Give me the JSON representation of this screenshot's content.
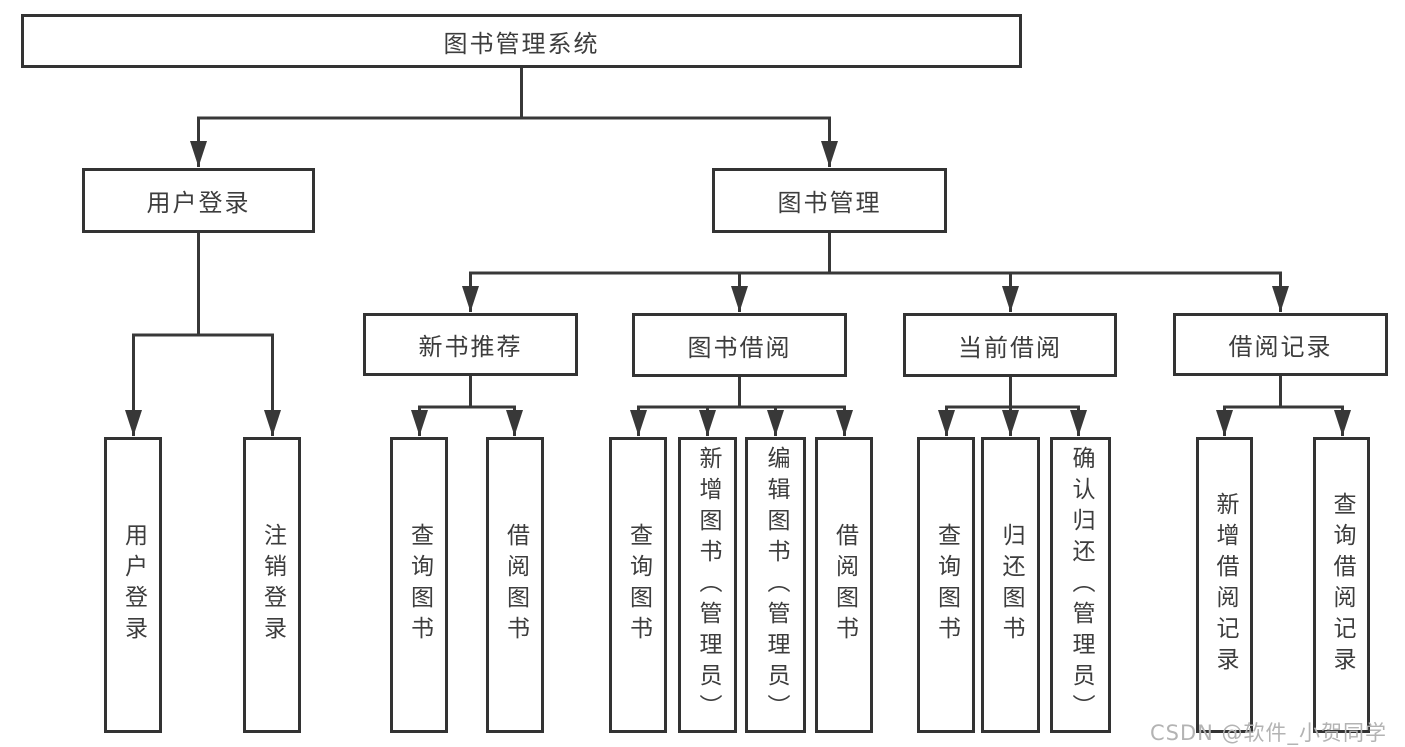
{
  "watermark": "CSDN @软件_小贺同学",
  "colors": {
    "line": "#383838",
    "box_border": "#333333",
    "text": "#3d3d3d",
    "background": "#ffffff",
    "watermark": "#b3b3b3"
  },
  "tree": {
    "root": {
      "label": "图书管理系统",
      "children": [
        {
          "label": "用户登录",
          "children": [
            {
              "label": "用户登录"
            },
            {
              "label": "注销登录"
            }
          ]
        },
        {
          "label": "图书管理",
          "children": [
            {
              "label": "新书推荐",
              "children": [
                {
                  "label": "查询图书"
                },
                {
                  "label": "借阅图书"
                }
              ]
            },
            {
              "label": "图书借阅",
              "children": [
                {
                  "label": "查询图书"
                },
                {
                  "label": "新增图书（管理员）"
                },
                {
                  "label": "编辑图书（管理员）"
                },
                {
                  "label": "借阅图书"
                }
              ]
            },
            {
              "label": "当前借阅",
              "children": [
                {
                  "label": "查询图书"
                },
                {
                  "label": "归还图书"
                },
                {
                  "label": "确认归还（管理员）"
                }
              ]
            },
            {
              "label": "借阅记录",
              "children": [
                {
                  "label": "新增借阅记录"
                },
                {
                  "label": "查询借阅记录"
                }
              ]
            }
          ]
        }
      ]
    }
  }
}
